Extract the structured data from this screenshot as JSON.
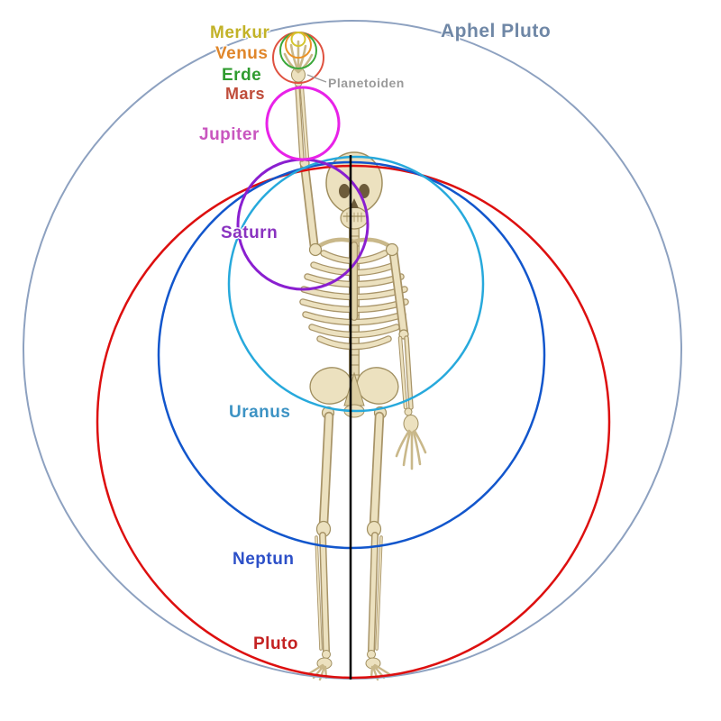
{
  "labels": {
    "merkur": {
      "text": "Merkur",
      "color": "#c2b227"
    },
    "venus": {
      "text": "Venus",
      "color": "#e0862a"
    },
    "erde": {
      "text": "Erde",
      "color": "#2f9b2f"
    },
    "mars": {
      "text": "Mars",
      "color": "#bf4c3a"
    },
    "planetoiden": {
      "text": "Planetoiden",
      "color": "#9a9a9a"
    },
    "jupiter": {
      "text": "Jupiter",
      "color": "#c956bf"
    },
    "saturn": {
      "text": "Saturn",
      "color": "#8a33c0"
    },
    "uranus": {
      "text": "Uranus",
      "color": "#3d93c4"
    },
    "neptun": {
      "text": "Neptun",
      "color": "#2d50c8"
    },
    "pluto": {
      "text": "Pluto",
      "color": "#c42222"
    },
    "aphel_pluto": {
      "text": "Aphel Pluto",
      "color": "#6f87a6"
    }
  },
  "circles": {
    "merkur": "#d4c52e",
    "venus": "#ea9226",
    "erde": "#3aa83a",
    "mars": "#df5240",
    "jupiter": "#e822e8",
    "saturn": "#8a1fd0",
    "uranus": "#27a9dc",
    "neptun": "#1256cc",
    "pluto": "#dd0f0f",
    "aphel_pluto": "#8da1c0"
  },
  "axis": {
    "color": "#000000"
  },
  "pointer": {
    "color": "#999999"
  }
}
